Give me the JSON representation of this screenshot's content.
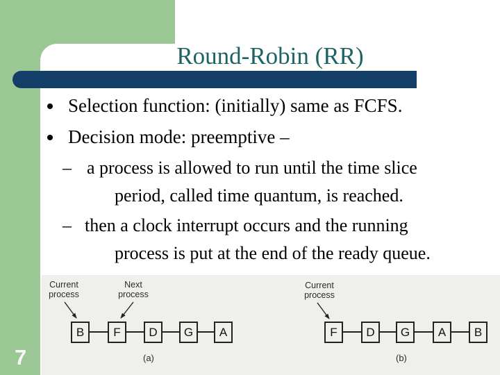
{
  "slide": {
    "title": "Round-Robin (RR)",
    "page_number": "7",
    "colors": {
      "accent_green": "#9bc795",
      "title_bar_navy": "#123e68",
      "title_teal": "#1d6363"
    },
    "bullets": {
      "b1": "Selection function: (initially) same as FCFS.",
      "b2": "Decision mode: preemptive –",
      "dash": "–",
      "s1_line1": "a process is allowed to run until the time slice",
      "s1_line2": "period, called time quantum, is reached.",
      "s2_line1": "then a clock interrupt occurs and the running",
      "s2_line2": "process is put at the end of the ready queue."
    }
  },
  "figure": {
    "diagram_a": {
      "label_current": "Current\nprocess",
      "label_next": "Next\nprocess",
      "boxes": [
        "B",
        "F",
        "D",
        "G",
        "A"
      ],
      "caption": "(a)"
    },
    "diagram_b": {
      "label_current": "Current\nprocess",
      "boxes": [
        "F",
        "D",
        "G",
        "A",
        "B"
      ],
      "caption": "(b)"
    }
  }
}
